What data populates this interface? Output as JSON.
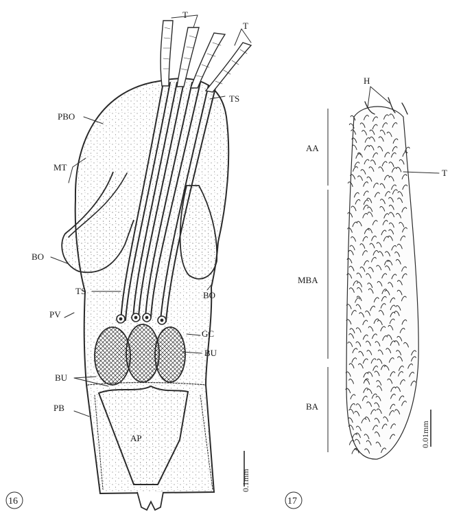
{
  "figure_16": {
    "number": "16",
    "labels": {
      "T_left": "T",
      "T_right": "T",
      "TS_top": "TS",
      "PBO": "PBO",
      "MT": "MT",
      "BO_left": "BO",
      "BO_right": "BO",
      "TS_mid": "TS",
      "PV": "PV",
      "GC": "GC",
      "BU_right": "BU",
      "BU_left": "BU",
      "PB": "PB",
      "AP": "AP"
    },
    "scale_bar": "0.1mm"
  },
  "figure_17": {
    "number": "17",
    "labels": {
      "H": "H",
      "T": "T",
      "AA": "AA",
      "MBA": "MBA",
      "BA": "BA"
    },
    "scale_bar": "0.01mm"
  },
  "colors": {
    "ink": "#2a2a2a",
    "background": "#ffffff"
  }
}
